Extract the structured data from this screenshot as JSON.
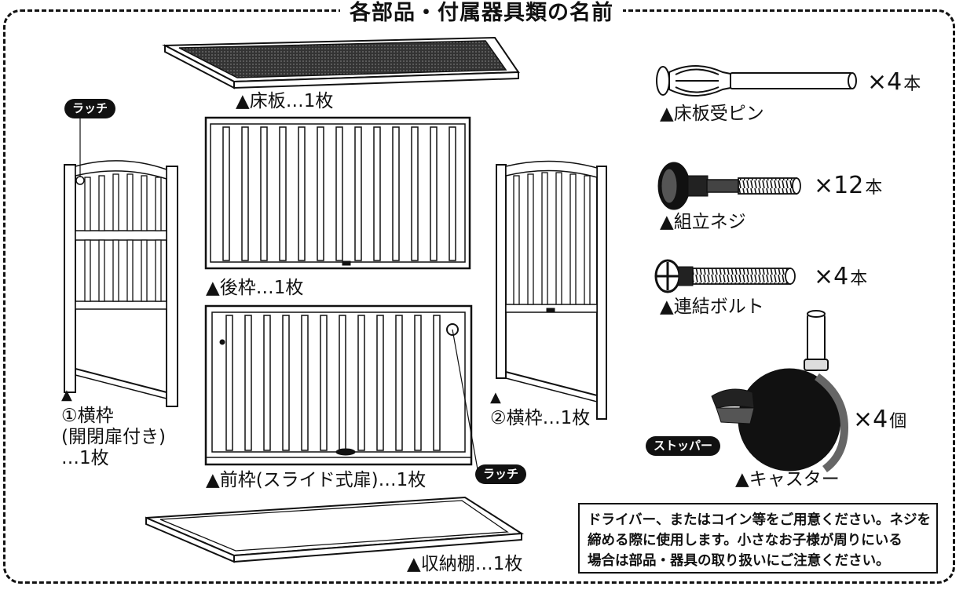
{
  "title": "各部品・付属器具類の名前",
  "parts": {
    "floor_board": "▲床板…1枚",
    "back_frame": "▲後枠…1枚",
    "front_frame": "▲前枠(スライド式扉)…1枚",
    "storage_shelf": "▲収納棚…1枚",
    "side_frame_1": [
      "▲",
      "①横枠",
      "(開閉扉付き)",
      "…1枚"
    ],
    "side_frame_2_marker": "▲",
    "side_frame_2": "②横枠…1枚"
  },
  "badges": {
    "latch_top": "ラッチ",
    "latch_bottom": "ラッチ",
    "stopper": "ストッパー"
  },
  "accessories": {
    "floor_pin": {
      "label": "▲床板受ピン",
      "qty": "×4",
      "unit": "本"
    },
    "assembly_screw": {
      "label": "▲組立ネジ",
      "qty": "×12",
      "unit": "本"
    },
    "connecting_bolt": {
      "label": "▲連結ボルト",
      "qty": "×4",
      "unit": "本"
    },
    "caster": {
      "label": "▲キャスター",
      "qty": "×4",
      "unit": "個"
    }
  },
  "note": [
    "ドライバー、またはコイン等をご用意ください。ネジを",
    "締める際に使用します。小さなお子様が周りにいる",
    "場合は部品・器具の取り扱いにご注意ください。"
  ]
}
